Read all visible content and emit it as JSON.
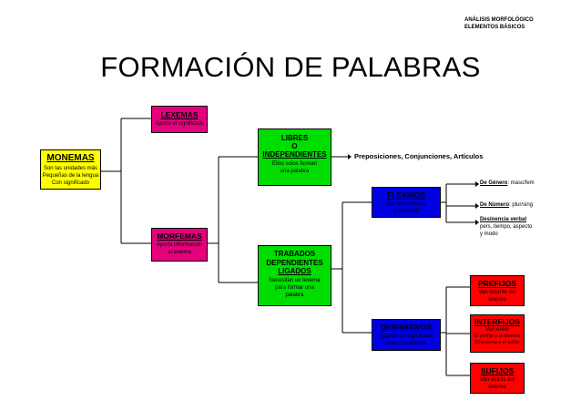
{
  "header": {
    "line1": "ANÁLISIS MORFOLÓGICO",
    "line2": "ELEMENTOS BÁSICOS"
  },
  "title": "FORMACIÓN DE PALABRAS",
  "colors": {
    "yellow": "#ffff00",
    "magenta": "#e6007e",
    "green": "#00dd00",
    "blue": "#0000e0",
    "red": "#ff0000",
    "line": "#000000"
  },
  "nodes": {
    "monemas": {
      "title": "MONEMAS",
      "sub1": "Son las unidades más",
      "sub2": "Pequeñas de la lengua",
      "sub3": "Con significado"
    },
    "lexemas": {
      "title": "LEXEMAS",
      "sub1": "Aporta el significado"
    },
    "morfemas": {
      "title": "MORFEMAS",
      "sub1": "Aporta información",
      "sub2": "al lexema"
    },
    "libres": {
      "title1": "LIBRES",
      "title2": "O",
      "title3": "INDEPENDIENTES",
      "sub1": "Ellos solos forman",
      "sub2": "una palabra"
    },
    "trabados": {
      "title1": "TRABADOS",
      "title2": "DEPENDIENTES",
      "title3": "LIGADOS",
      "sub1": "Necesitan un lexema",
      "sub2": "para formar una",
      "sub3": "palabra"
    },
    "flexivos": {
      "title": "FLEXIVOS",
      "sub1": "Dan información",
      "sub2": "gramatical"
    },
    "derivativos": {
      "title": "DERIVATIVOS",
      "sub1": "Aportan un significado",
      "sub2": "nuevo al lexema"
    },
    "prefijos": {
      "title": "PREFIJOS",
      "sub1": "Van delante del",
      "sub2": "lexema"
    },
    "interfijos": {
      "title": "INTERFIJOS",
      "sub1": "Van entre",
      "sub2": "El prefijo y el lexema",
      "sub3": "El lexema y el sufijo"
    },
    "sufijos": {
      "title": "SUFIJOS",
      "sub1": "Van detrás del",
      "sub2": "lexema"
    }
  },
  "preposiciones": "Preposiciones, Conjunciones, Artículos",
  "notes": {
    "genero": {
      "label": "De Género",
      "value": ": masc/fem"
    },
    "numero": {
      "label": "De Número",
      "value": ": plur/sing"
    },
    "desinencia": {
      "label": "Desinencia verbal",
      "line1": "pers, tiempo, aspecto",
      "line2": "y modo"
    }
  }
}
